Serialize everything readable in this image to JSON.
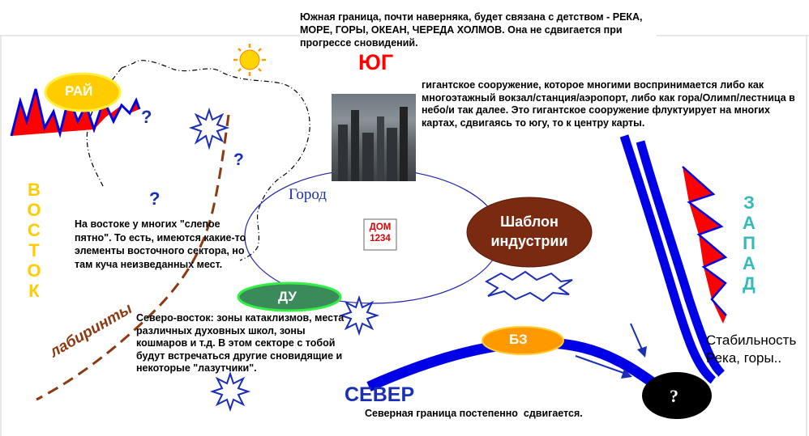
{
  "notes": {
    "south_boundary": "Южная граница, почти наверняка, будет связана с детством - РЕКА, МОРЕ, ГОРЫ, ОКЕАН, ЧЕРЕДА ХОЛМОВ. Она не сдвигается при прогрессе сновидений.",
    "giant_structure": "гигантское сооружение, которое многими воспринимается либо как многоэтажный вокзал/станция/аэропорт, либо как гора/Олимп/лестница в небо/и так далее. Это гигантское сооружение флуктуирует на многих картах, сдвигаясь то югу, то к центру карты.",
    "east_blind_spot": "На востоке у многих \"слепое пятно\". То есть, имеются какие-то элементы восточного сектора, но там куча неизведанных мест.",
    "north_east": "Северо-восток: зоны катаклизмов, места различных духовных школ, зоны кошмаров и т.д. В этом секторе с тобой будут встречаться другие сновидящие и некоторые \"лазутчики\".",
    "north_boundary": "Северная граница постепенно  сдвигается.",
    "stability": "Стабильность\nРека, горы.."
  },
  "directions": {
    "south": "ЮГ",
    "north": "СЕВЕР",
    "east": "ВОСТОК",
    "west": "ЗАПАД"
  },
  "labels": {
    "paradise": "РАЙ",
    "city": "Город",
    "house": "ДОМ\n1234",
    "industry": "Шаблон\nиндустрии",
    "du": "ДУ",
    "bz": "БЗ",
    "labyrinths": "лабиринты",
    "question": "?"
  },
  "colors": {
    "blue": "#0000e6",
    "red": "#ff0000",
    "yellow": "#ffcc00",
    "brown": "#7a2a10",
    "green": "#3a8a5a"
  }
}
